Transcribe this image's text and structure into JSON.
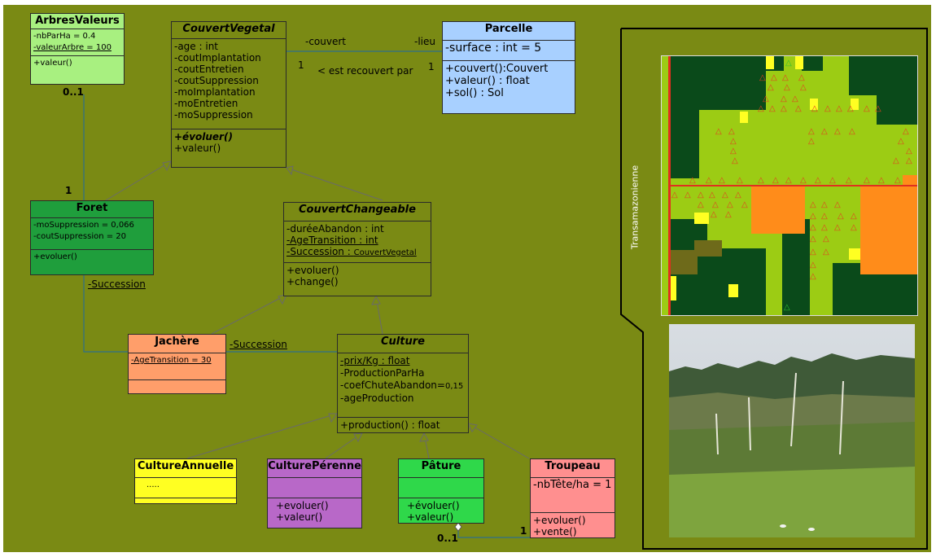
{
  "classes": {
    "arbres_valeurs": {
      "name": "ArbresValeurs",
      "attrs": [
        "-nbParHa = 0.4",
        "-valeurArbre = 100"
      ],
      "ops": [
        "+valeur()"
      ]
    },
    "couvert_vegetal": {
      "name": "CouvertVegetal",
      "attrs": [
        "-age : int",
        "-coutImplantation",
        "-coutEntretien",
        "-coutSuppression",
        "-moImplantation",
        "-moEntretien",
        "-moSuppression"
      ],
      "ops": [
        "+évoluer()",
        "+valeur()"
      ]
    },
    "parcelle": {
      "name": "Parcelle",
      "attrs": [
        "-surface : int = 5"
      ],
      "ops": [
        "+couvert():Couvert",
        "+valeur() : float",
        "+sol() : Sol"
      ]
    },
    "foret": {
      "name": "Foret",
      "attrs": [
        "-moSuppression = 0,066",
        "-coutSuppression = 20"
      ],
      "ops": [
        "+evoluer()"
      ]
    },
    "couvert_changeable": {
      "name": "CouvertChangeable",
      "attr1": "-duréeAbandon : int",
      "attr2": "-AgeTransition : int",
      "attr3_main": "-Succession : ",
      "attr3_type": "CouvertVegetal",
      "ops": [
        "+evoluer()",
        "+change()"
      ]
    },
    "jachere": {
      "name": "Jachère",
      "attrs": [
        "-AgeTransition = 30"
      ]
    },
    "culture": {
      "name": "Culture",
      "attr1": "-prix/Kg : float",
      "attr2": "-ProductionParHa",
      "attr3_main": "-coefChuteAbandon=",
      "attr3_val": "0,15",
      "attr4": "-ageProduction",
      "ops": [
        "+production() : float"
      ]
    },
    "culture_annuelle": {
      "name": "CultureAnnuelle",
      "attrs": [
        "....."
      ]
    },
    "culture_perenne": {
      "name": "CulturePérenne",
      "ops": [
        "+evoluer()",
        "+valeur()"
      ]
    },
    "pature": {
      "name": "Pâture",
      "ops": [
        "+évoluer()",
        "+valeur()"
      ]
    },
    "troupeau": {
      "name": "Troupeau",
      "attrs": [
        "-nbTête/ha = 1"
      ],
      "ops": [
        "+evoluer()",
        "+vente()"
      ]
    }
  },
  "labels": {
    "couvert_role": "-couvert",
    "lieu_role": "-lieu",
    "mult_1_left": "1",
    "mult_1_right": "1",
    "est_recouvert": "< est recouvert par",
    "mult_arbres": "0..1",
    "mult_foret": "1",
    "foret_succession": "-Succession",
    "jachere_succession": "-Succession",
    "mult_pature": "0..1",
    "mult_troupeau": "1",
    "transamazonienne": "Transamazonienne"
  },
  "colors": {
    "background": "#7a8a14",
    "arbres_valeurs": "#a8f080",
    "couvert_vegetal": "#7a8a14",
    "parcelle": "#a8d0ff",
    "foret": "#1f9e3c",
    "jachere": "#ff9e6a",
    "culture_annuelle": "#ffff22",
    "culture_perenne": "#b868c8",
    "pature": "#2fd84a",
    "troupeau": "#ff8f8f",
    "grid_light": "#9ccc14",
    "grid_dark": "#0a4a1a",
    "grid_orange": "#ff8c1a",
    "grid_yellow": "#ffff22",
    "grid_olive": "#6e6a1a"
  }
}
